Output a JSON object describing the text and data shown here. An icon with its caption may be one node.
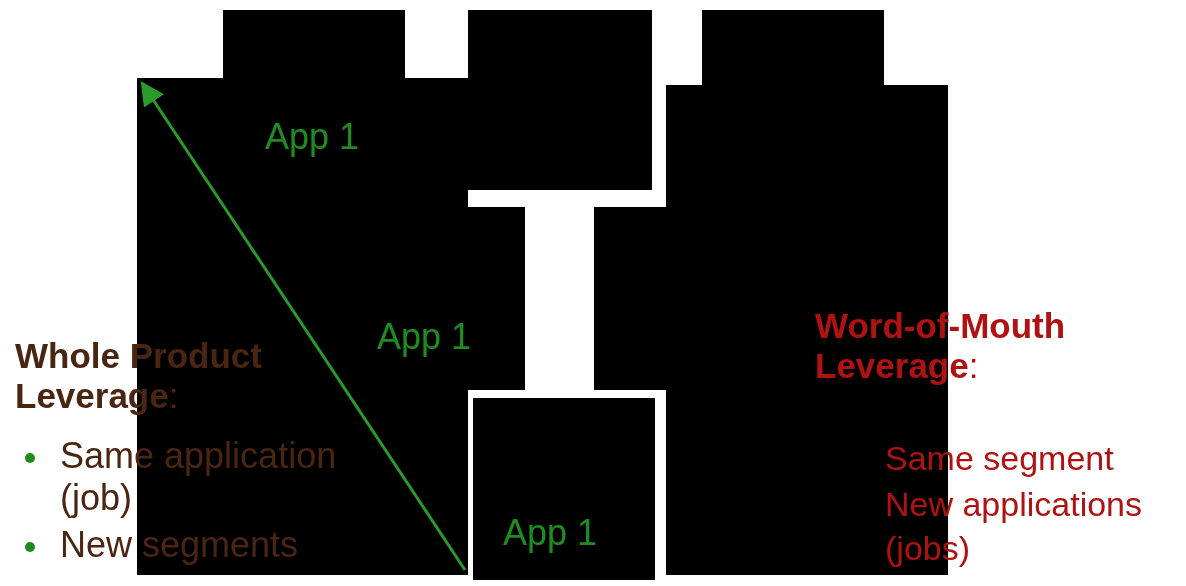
{
  "diagram": {
    "labels": [
      "App 1",
      "App 1",
      "**Whole Product Leverage**:",
      "**Word-of-Mouth Leverage**:",
      "Same application (job)",
      "New segments",
      "App 1",
      "Same segment",
      "New applications (jobs)"
    ]
  }
}
